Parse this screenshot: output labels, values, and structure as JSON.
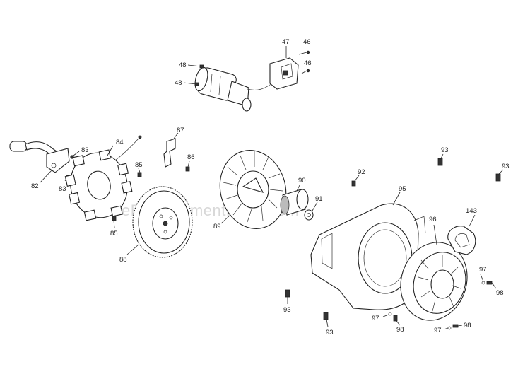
{
  "watermark": "eReplacementParts.com",
  "labels": {
    "p47": "47",
    "p46a": "46",
    "p46b": "46",
    "p48a": "48",
    "p48b": "48",
    "p87": "87",
    "p84": "84",
    "p83a": "83",
    "p83b": "83",
    "p82": "82",
    "p85a": "85",
    "p85b": "85",
    "p86": "86",
    "p88": "88",
    "p89": "89",
    "p90": "90",
    "p91": "91",
    "p92": "92",
    "p93a": "93",
    "p93b": "93",
    "p93c": "93",
    "p93d": "93",
    "p95": "95",
    "p96": "96",
    "p143": "143",
    "p97a": "97",
    "p97b": "97",
    "p97c": "97",
    "p98a": "98",
    "p98b": "98",
    "p98c": "98"
  }
}
